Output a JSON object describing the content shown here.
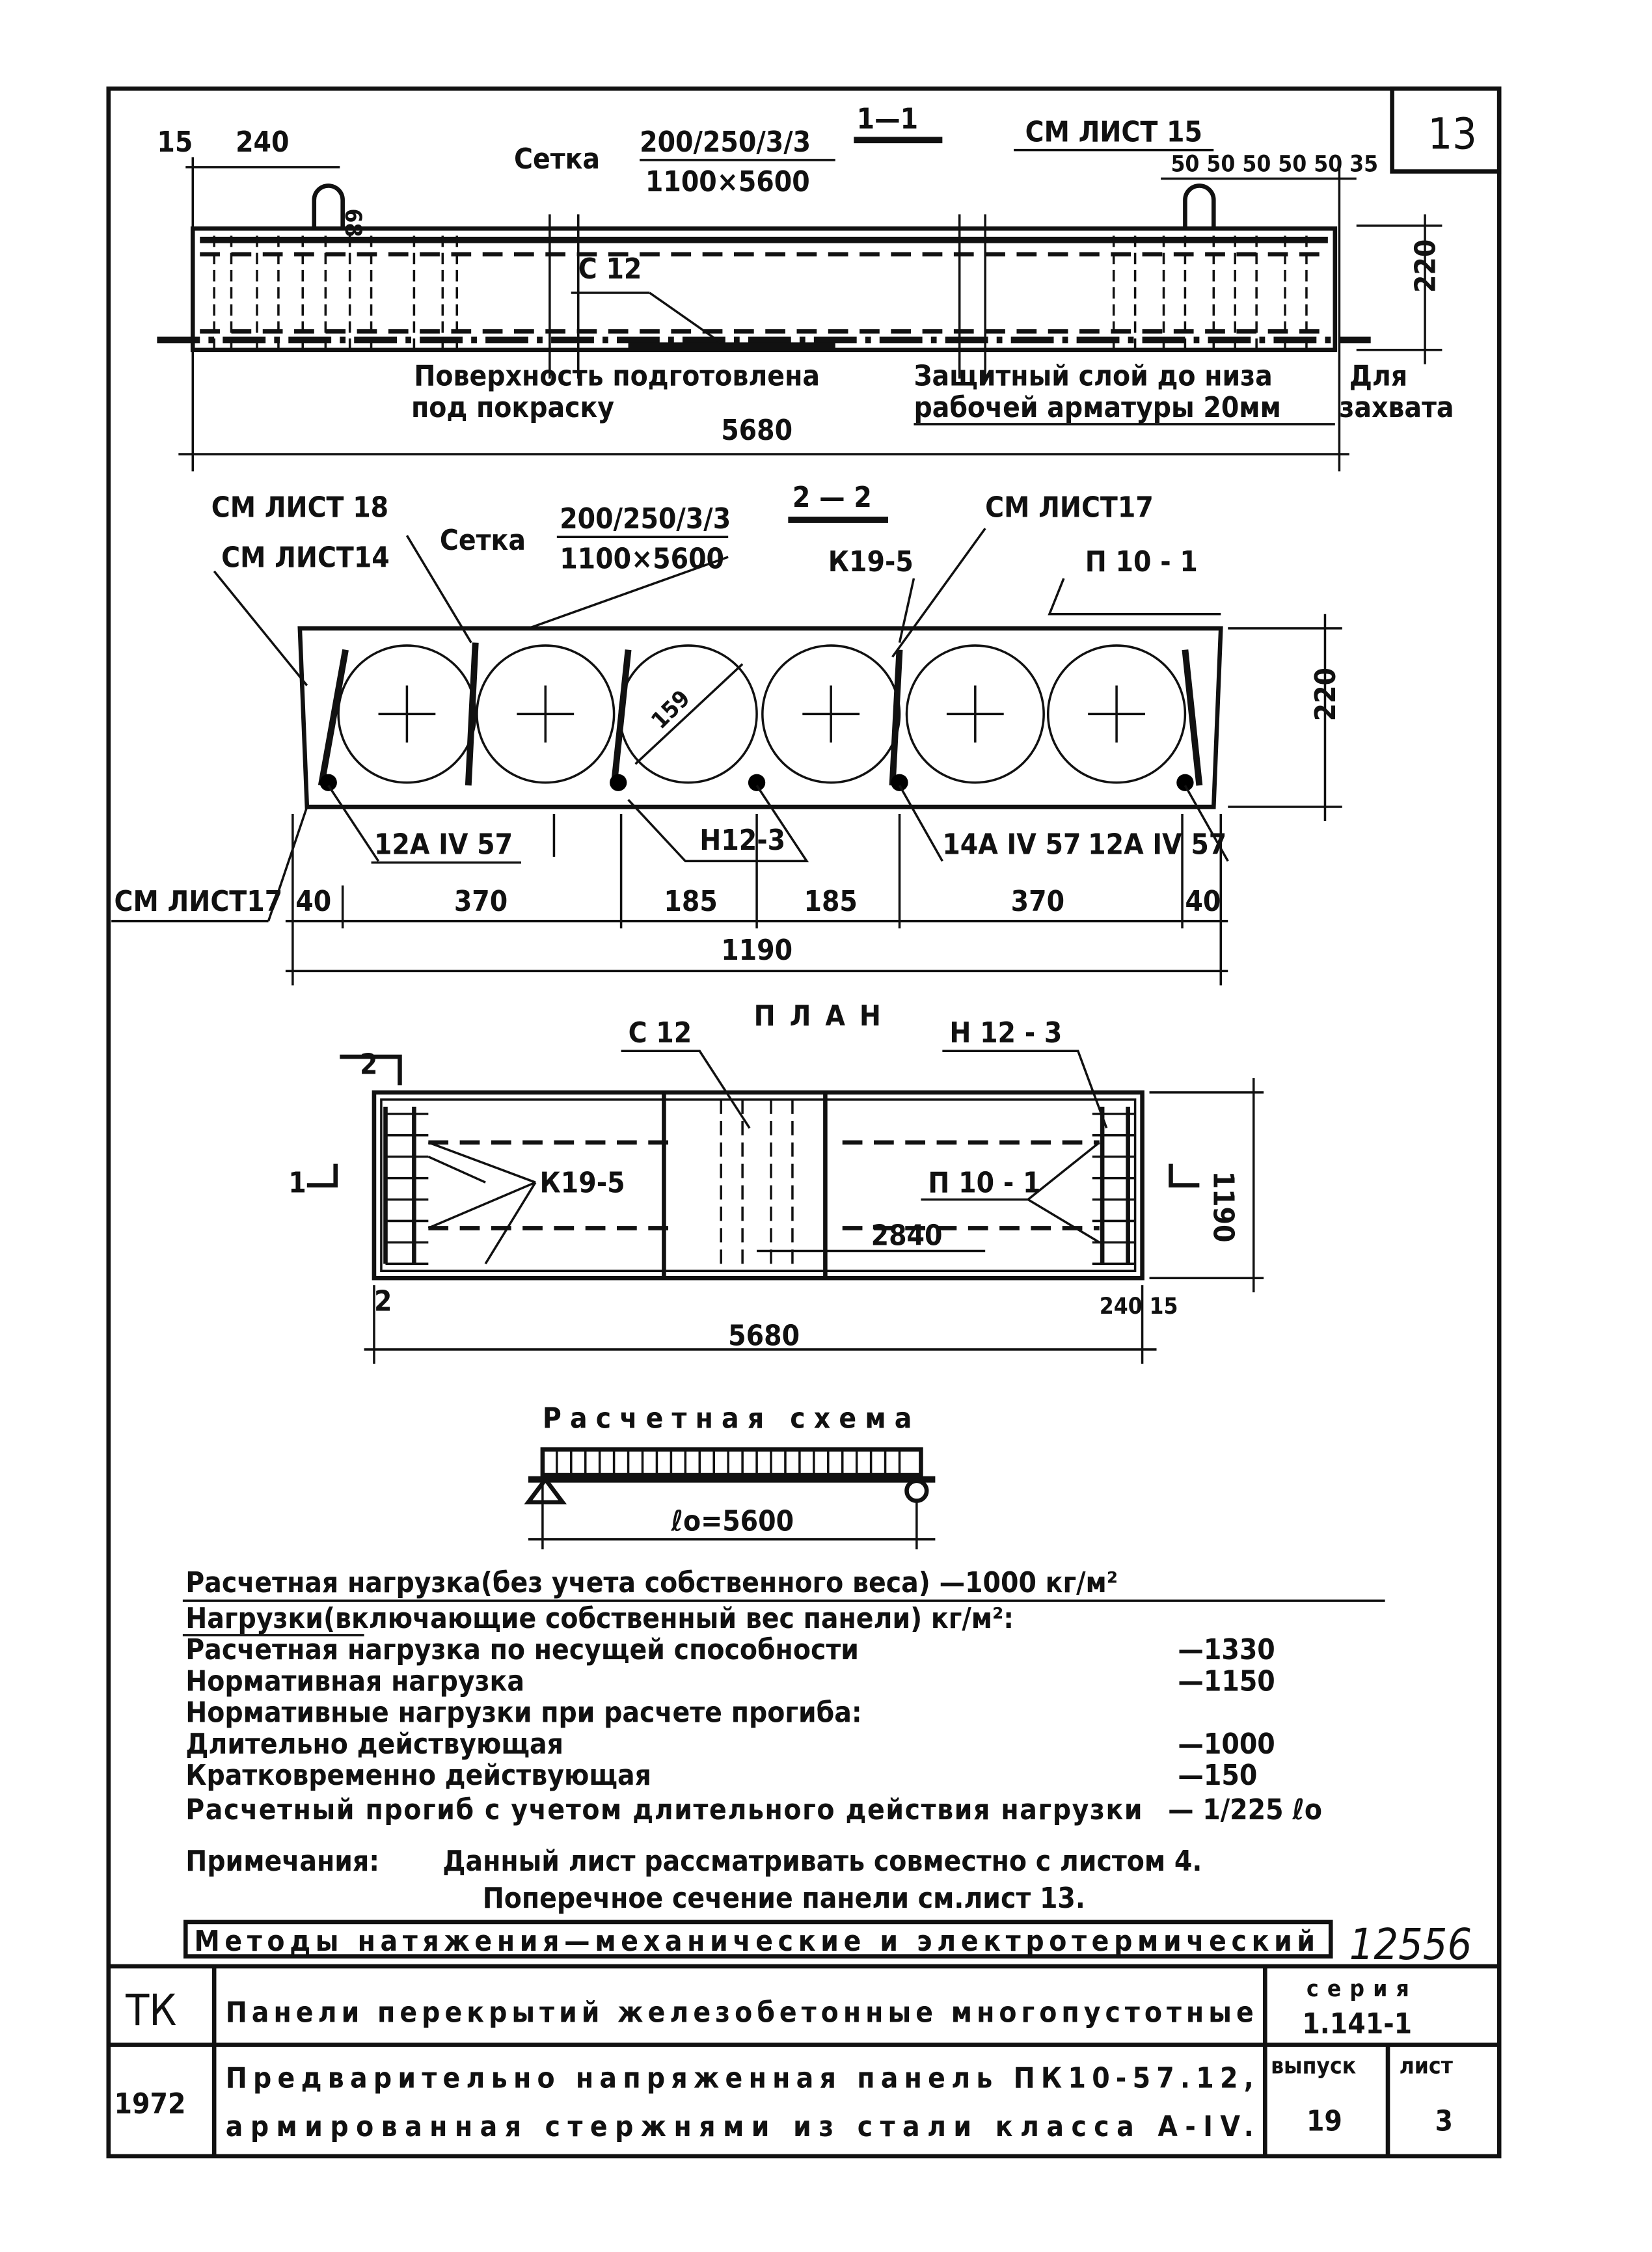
{
  "sheet_ref": "13",
  "section_1": {
    "title": "1—1",
    "mesh_label": "Сетка",
    "mesh_num": "200/250/3/3",
    "mesh_den": "1100×5600",
    "see_sheet": "СМ ЛИСТ 15",
    "dim_15": "15",
    "dim_240": "240",
    "dim_68": "68",
    "dim_steps": "50 50 50 50 50 35",
    "c12": "С 12",
    "dim_220": "220",
    "dim_5680": "5680",
    "note_surface_1": "Поверхность подготовлена",
    "note_surface_2": "под покраску",
    "note_cover_1": "Защитный слой до низа",
    "note_cover_2": "рабочей арматуры 20мм",
    "note_grip_1": "Для",
    "note_grip_2": "захвата"
  },
  "section_2": {
    "title": "2 — 2",
    "mesh_label": "Сетка",
    "mesh_num": "200/250/3/3",
    "mesh_den": "1100×5600",
    "see_18": "СМ ЛИСТ 18",
    "see_14": "СМ ЛИСТ14",
    "see_17a": "СМ ЛИСТ17",
    "see_17b": "СМ ЛИСТ17",
    "k19": "К19-5",
    "p10": "П 10 - 1",
    "d159": "159",
    "dim_220": "220",
    "bar_left": "12А IV 57",
    "n12": "Н12-3",
    "bar_mid": "14А IV 57",
    "bar_right": "12А IV 57",
    "dims": [
      "40",
      "370",
      "185",
      "185",
      "370",
      "40"
    ],
    "dim_total": "1190"
  },
  "plan": {
    "title": "ПЛАН",
    "c12": "С 12",
    "n12": "Н 12 - 3",
    "k19": "К19-5",
    "p10": "П 10 - 1",
    "dim_2840": "2840",
    "dim_1190": "1190",
    "dim_240": "240",
    "dim_15": "15",
    "dim_5680": "5680",
    "mark_1": "1",
    "mark_2": "2"
  },
  "scheme": {
    "title": "Расчетная схема",
    "span": "ℓo=5600"
  },
  "loads": {
    "design_load": "Расчетная нагрузка(без учета собственного веса) —1000 кг/м²",
    "header": "Нагрузки(включающие собственный вес панели) кг/м²:",
    "rows": [
      {
        "label": "Расчетная нагрузка по несущей способности",
        "value": "—1330"
      },
      {
        "label": "Нормативная нагрузка",
        "value": "—1150"
      },
      {
        "label": "Нормативные нагрузки при расчете прогиба:",
        "value": ""
      },
      {
        "label": "Длительно действующая",
        "value": "—1000"
      },
      {
        "label": "Кратковременно действующая",
        "value": "—150"
      },
      {
        "label": "Расчетный прогиб с учетом длительного действия нагрузки",
        "value": "— 1/225 ℓo"
      }
    ],
    "notes_label": "Примечания:",
    "note_1": "Данный лист рассматривать совместно с листом 4.",
    "note_2": "Поперечное сечение панели см.лист 13.",
    "methods": "Методы натяжения—механические и электротермический",
    "number": "12556"
  },
  "title_block": {
    "org": "ТК",
    "year": "1972",
    "title_1": "Панели перекрытий железобетонные многопустотные",
    "series_label": "серия",
    "series": "1.141-1",
    "title_2a": "Предварительно напряженная панель ПК10-57.12,",
    "title_2b": "армированная стержнями из стали класса А-IV.",
    "issue_label": "выпуск",
    "issue": "19",
    "sheet_label": "лист",
    "sheet": "3"
  }
}
